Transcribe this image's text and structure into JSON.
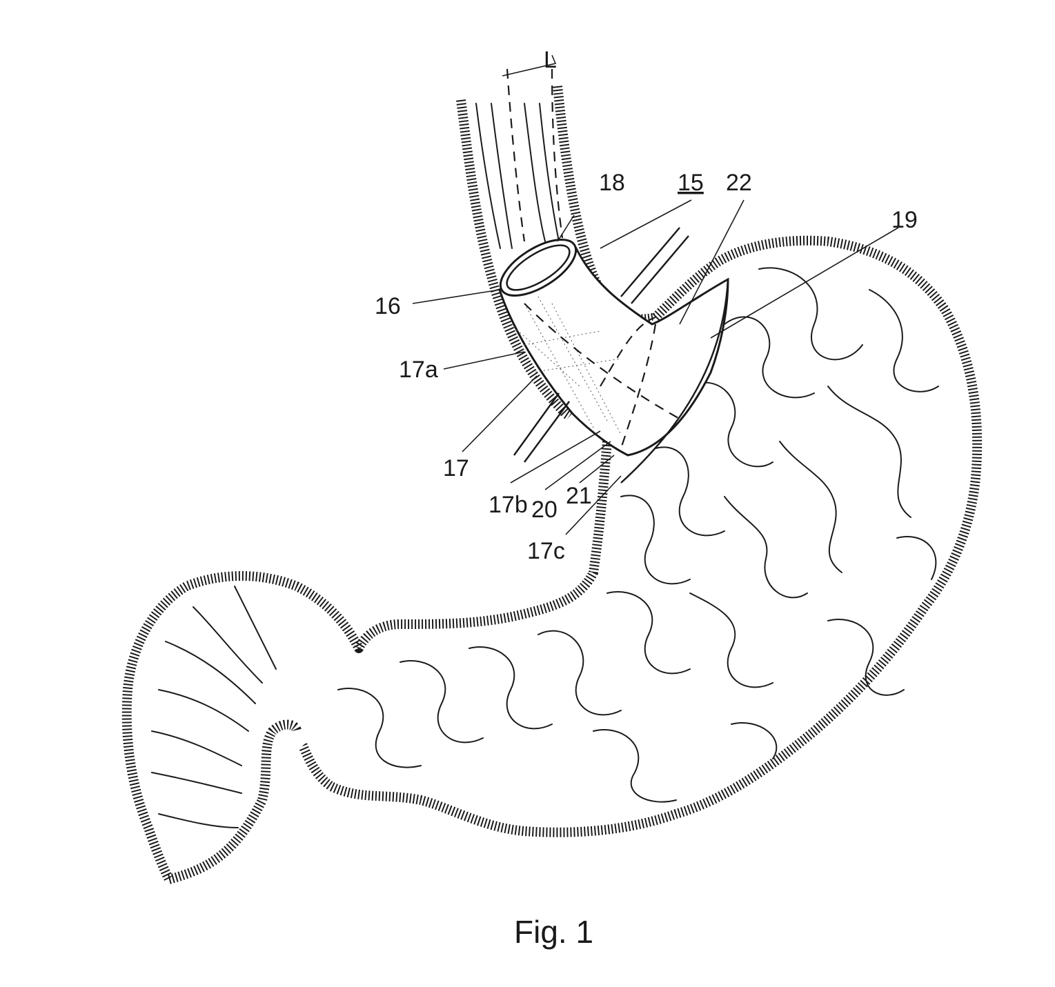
{
  "figure": {
    "caption": "Fig. 1",
    "labels": {
      "l15": "15",
      "l16": "16",
      "l17": "17",
      "l17a": "17a",
      "l17b": "17b",
      "l17c": "17c",
      "l18": "18",
      "l19": "19",
      "l20": "20",
      "l21": "21",
      "l22": "22",
      "lL": "L"
    }
  }
}
